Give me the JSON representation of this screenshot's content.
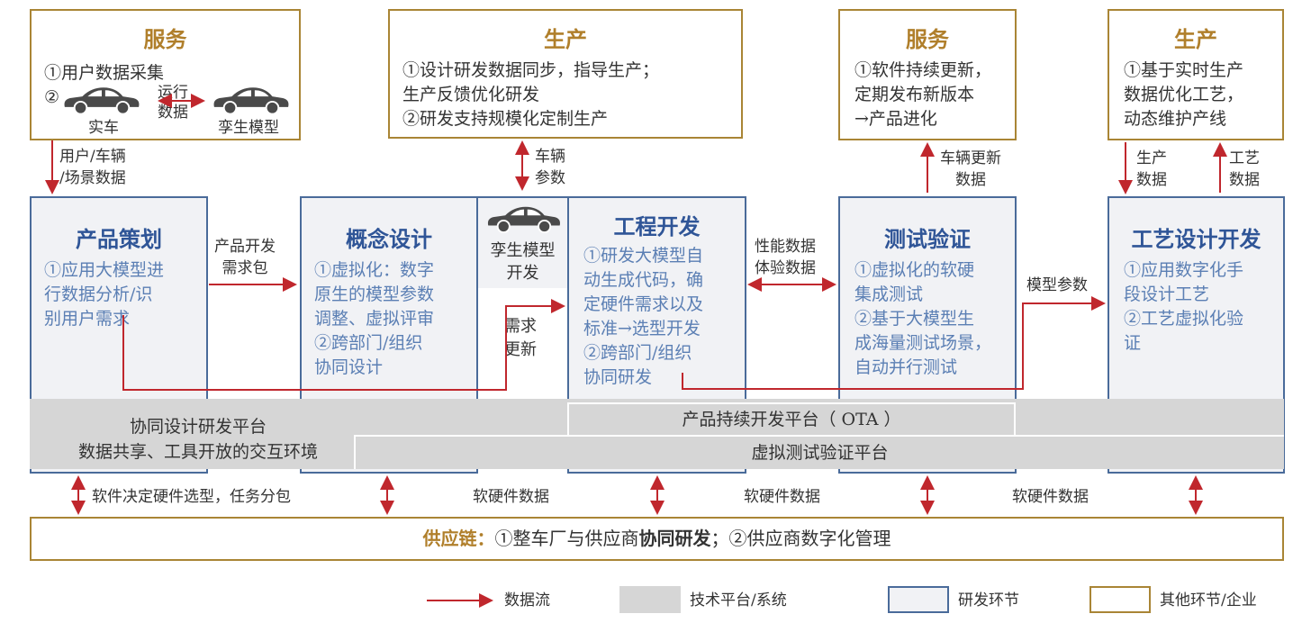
{
  "top": {
    "service1": {
      "title": "服务",
      "l1": "①用户数据采集",
      "l2": "②",
      "run1": "运行",
      "run2": "数据",
      "car_real": "实车",
      "car_twin": "孪生模型"
    },
    "prod1": {
      "title": "生产",
      "l1": "①设计研发数据同步，指导生产；",
      "l2": "生产反馈优化研发",
      "l3": "②研发支持规模化定制生产"
    },
    "service2": {
      "title": "服务",
      "l1": "①软件持续更新，",
      "l2": "定期发布新版本",
      "l3": "→产品进化"
    },
    "prod2": {
      "title": "生产",
      "l1": "①基于实时生产",
      "l2": "数据优化工艺，",
      "l3": "动态维护产线"
    }
  },
  "flows": {
    "user_data1": "用户/车辆",
    "user_data2": "/场景数据",
    "vehicle_params1": "车辆",
    "vehicle_params2": "参数",
    "vehicle_update1": "车辆更新",
    "vehicle_update2": "数据",
    "prod_data1": "生产",
    "prod_data2": "数据",
    "process_data1": "工艺",
    "process_data2": "数据",
    "req_pkg1": "产品开发",
    "req_pkg2": "需求包",
    "req_update1": "需求",
    "req_update2": "更新",
    "perf1": "性能数据",
    "perf2": "体验数据",
    "model_params": "模型参数",
    "sw_hw_decide": "软件决定硬件选型，任务分包",
    "sw_hw_data1": "软硬件数据",
    "sw_hw_data2": "软硬件数据",
    "sw_hw_data3": "软硬件数据"
  },
  "stages": {
    "planning": {
      "title": "产品策划",
      "lines": [
        "①应用大模型进",
        "行数据分析/识",
        "别用户需求"
      ]
    },
    "concept": {
      "title": "概念设计",
      "lines": [
        "①虚拟化：数字",
        "原生的模型参数",
        "调整、虚拟评审",
        "②跨部门/组织",
        "协同设计"
      ]
    },
    "twin": {
      "l1": "孪生模型",
      "l2": "开发"
    },
    "engineering": {
      "title": "工程开发",
      "lines": [
        "①研发大模型自",
        "动生成代码，确",
        "定硬件需求以及",
        "标准→选型开发",
        "②跨部门/组织",
        "协同研发"
      ]
    },
    "testing": {
      "title": "测试验证",
      "lines": [
        "①虚拟化的软硬",
        "集成测试",
        "②基于大模型生",
        "成海量测试场景，",
        "自动并行测试"
      ]
    },
    "process": {
      "title": "工艺设计开发",
      "lines": [
        "①应用数字化手",
        "段设计工艺",
        "②工艺虚拟化验",
        "证"
      ]
    }
  },
  "platforms": {
    "collab1": "协同设计研发平台",
    "collab2": "数据共享、工具开放的交互环境",
    "ota": "产品持续开发平台（ OTA ）",
    "virtual_test": "虚拟测试验证平台"
  },
  "supply": {
    "prefix": "供应链：",
    "p1": "①整车厂与供应商",
    "bold": "协同研发",
    "p2": "；②供应商数字化管理"
  },
  "legend": {
    "flow": "数据流",
    "platform": "技术平台/系统",
    "rd": "研发环节",
    "other": "其他环节/企业"
  },
  "colors": {
    "red": "#c0272d",
    "gold": "#a98535",
    "blue": "#4a6b9a",
    "gray": "#d6d6d6"
  }
}
